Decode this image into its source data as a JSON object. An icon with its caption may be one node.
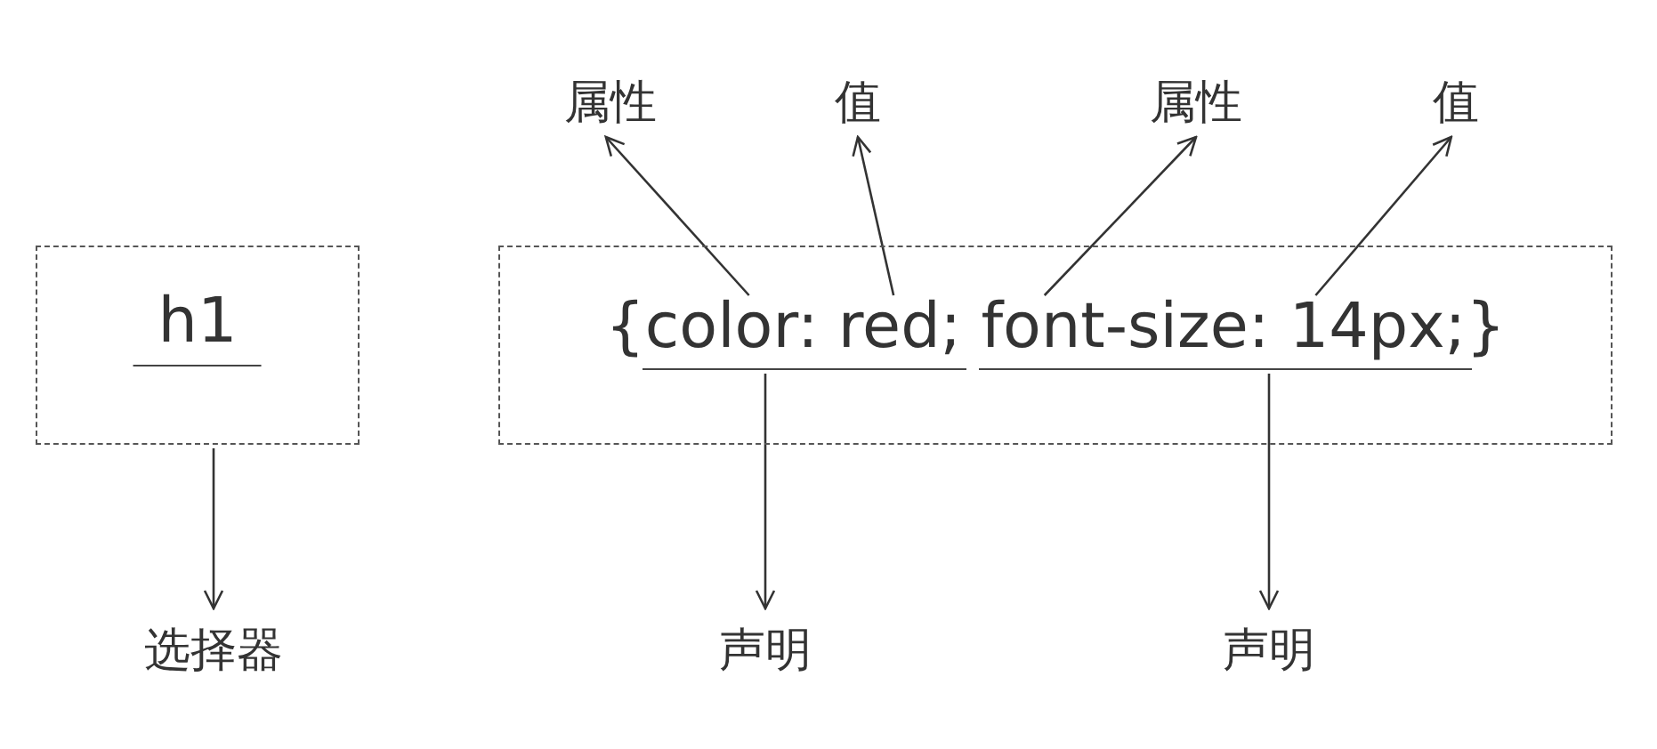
{
  "diagram": {
    "nodes": [
      {
        "text": [
          "属性"
        ]
      },
      {
        "text": [
          "值"
        ]
      },
      {
        "text": [
          "属性"
        ]
      },
      {
        "text": [
          "值"
        ]
      },
      {
        "text": [
          "h1"
        ]
      },
      {
        "text": [],
        "shape": "box"
      },
      {
        "text": [
          "color:"
        ],
        "in": 5
      },
      {
        "text": [
          "red;"
        ],
        "in": 5
      },
      {
        "text": [
          "font-size:"
        ],
        "in": 5
      },
      {
        "text": [
          "14px;"
        ],
        "in": 5
      },
      {
        "text": [],
        "shape": "bar",
        "in": 5
      },
      {
        "text": [],
        "shape": "bar",
        "in": 5
      },
      {
        "text": [
          "选择器"
        ]
      },
      {
        "text": [
          "声明"
        ]
      },
      {
        "text": [
          "声明"
        ]
      }
    ],
    "edges": [
      {
        "from": 6,
        "to": 0,
        "arrow": "to"
      },
      {
        "from": 7,
        "to": 1,
        "arrow": "to"
      },
      {
        "from": 8,
        "to": 2,
        "arrow": "to"
      },
      {
        "from": 9,
        "to": 3,
        "arrow": "to"
      },
      {
        "from": 4,
        "to": 12,
        "arrow": "to"
      },
      {
        "from": 10,
        "to": 13,
        "arrow": "to"
      },
      {
        "from": 11,
        "to": 14,
        "arrow": "to"
      }
    ],
    "labels": [
      "{",
      "}"
    ]
  }
}
